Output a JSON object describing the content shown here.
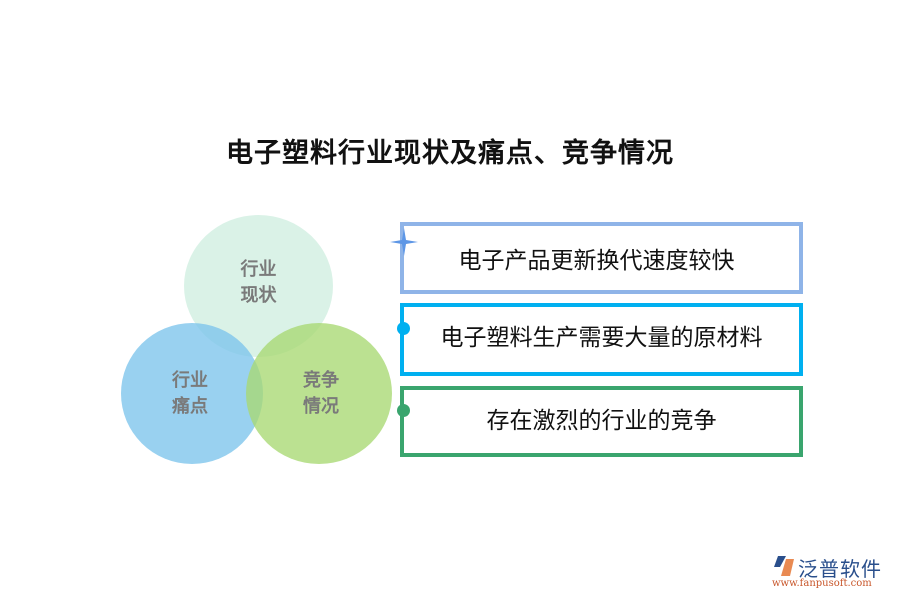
{
  "title": "电子塑料行业现状及痛点、竞争情况",
  "venn": {
    "circles": [
      {
        "id": "top",
        "label_line1": "行业",
        "label_line2": "现状",
        "color": "#d5f0e4"
      },
      {
        "id": "left",
        "label_line1": "行业",
        "label_line2": "痛点",
        "color": "#8ccbee"
      },
      {
        "id": "right",
        "label_line1": "竞争",
        "label_line2": "情况",
        "color": "#b3dc86"
      }
    ]
  },
  "boxes": [
    {
      "text": "电子产品更新换代速度较快",
      "border_color": "#8fb4e8",
      "marker": "star-icon"
    },
    {
      "text": "电子塑料生产需要大量的原材料",
      "border_color": "#00b0f0",
      "marker": "dot-icon"
    },
    {
      "text": "存在激烈的行业的竞争",
      "border_color": "#3aa56e",
      "marker": "dot-icon"
    }
  ],
  "logo": {
    "brand": "泛普软件",
    "url": "www.fanpusoft.com"
  }
}
